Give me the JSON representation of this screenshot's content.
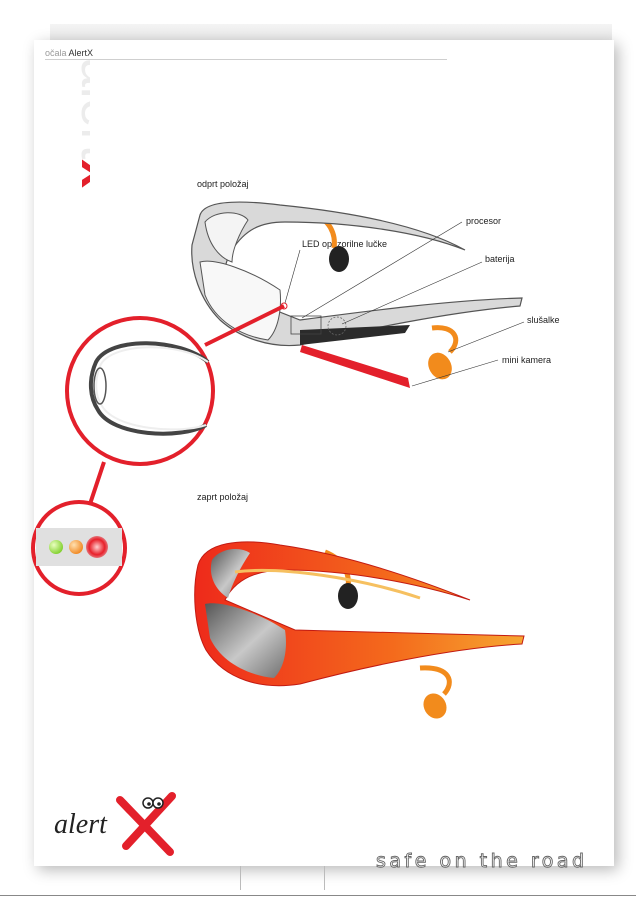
{
  "header": {
    "prefix": "očala",
    "brand": "AlertX"
  },
  "vertical_logo": {
    "gray_part": "alert",
    "red_part": "x"
  },
  "sections": {
    "open_position": "odprt položaj",
    "closed_position": "zaprt položaj"
  },
  "callouts": {
    "processor": "procesor",
    "led": "LED opozorilne lučke",
    "battery": "baterija",
    "earphones": "slušalke",
    "mini_camera": "mini kamera"
  },
  "logo": {
    "script": "alert",
    "mark": "X"
  },
  "tagline": "safe on the road",
  "colors": {
    "brand_red": "#e3202b",
    "orange": "#f28b1c",
    "frame_gray": "#d9d9d9",
    "led_green": "#7fcf2a",
    "led_orange": "#f0861e",
    "led_red": "#e8202a"
  },
  "icons": [
    "glasses-open-illustration",
    "glasses-closed-illustration",
    "frame-detail-icon",
    "led-indicator-icon",
    "alertx-logo-icon"
  ]
}
